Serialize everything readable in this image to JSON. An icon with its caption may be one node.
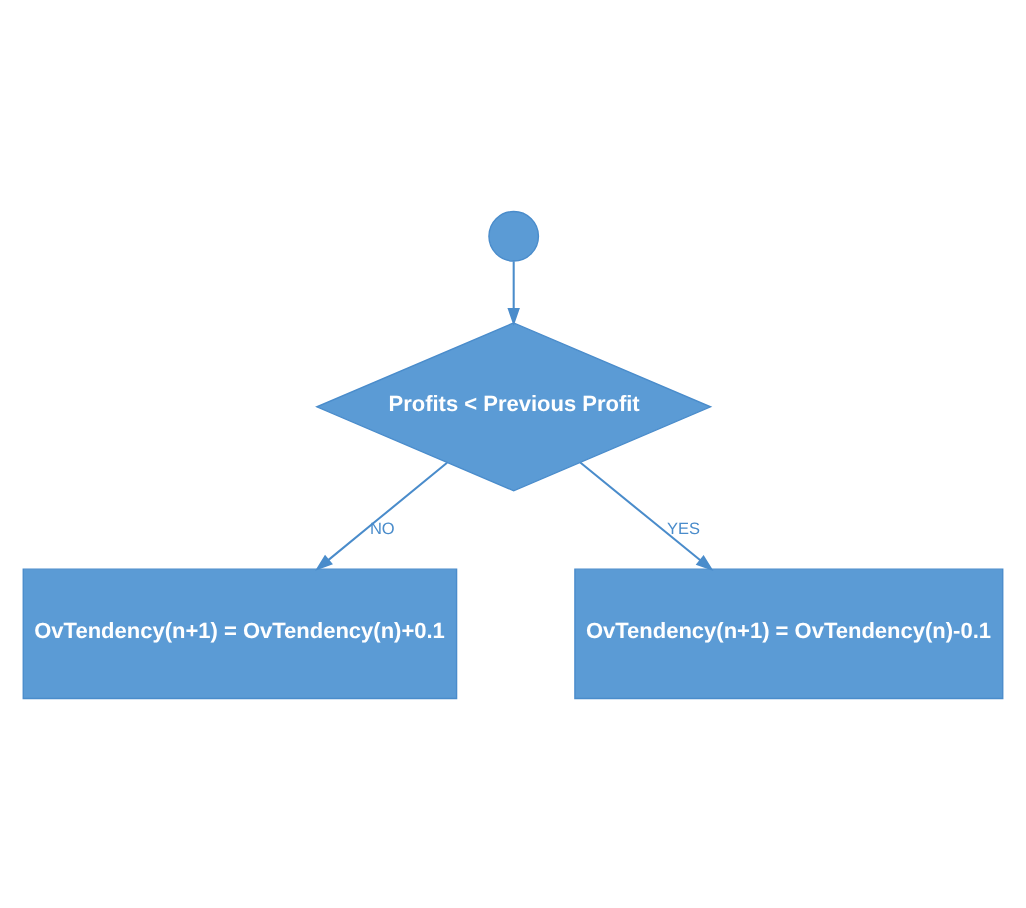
{
  "diagram": {
    "nodes": [
      {
        "text": [],
        "shape": "circle"
      },
      {
        "text": [
          "Profits < Previous Profit"
        ]
      },
      {
        "text": [
          "OvTendency(n+1) = OvTendency(n)+0.1"
        ]
      },
      {
        "text": [
          "OvTendency(n+1) = OvTendency(n)-0.1"
        ]
      }
    ],
    "edges": [
      {
        "from": 0,
        "to": 1,
        "arrow": "to"
      },
      {
        "from": 1,
        "to": 2,
        "arrow": "to",
        "label": "NO"
      },
      {
        "from": 1,
        "to": 3,
        "arrow": "to",
        "label": "YES"
      }
    ]
  }
}
